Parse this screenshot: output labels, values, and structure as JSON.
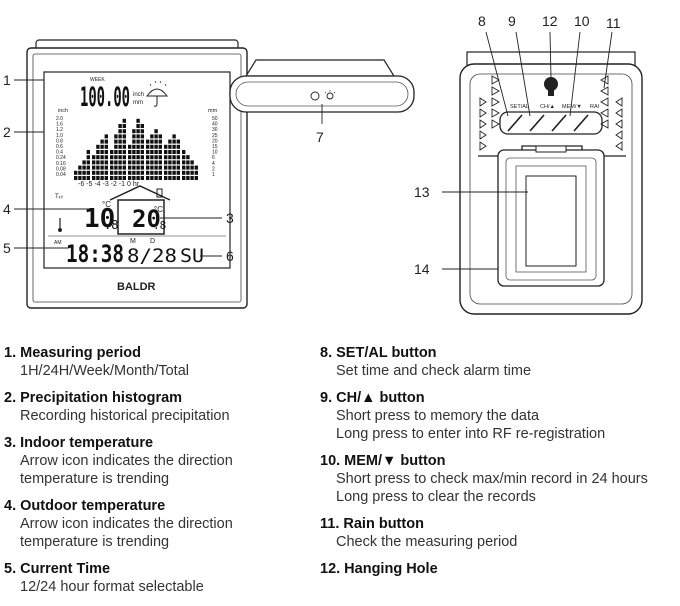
{
  "callouts": {
    "c1": "1",
    "c2": "2",
    "c3": "3",
    "c4": "4",
    "c5": "5",
    "c6": "6",
    "c7": "7",
    "c8": "8",
    "c9": "9",
    "c10": "10",
    "c11": "11",
    "c12": "12",
    "c13": "13",
    "c14": "14"
  },
  "display": {
    "week": "WEEK",
    "rain_value": "100.00",
    "unit_inch": "inch",
    "unit_mm": "mm",
    "hist_left_unit": "inch",
    "hist_right_unit": "mm",
    "hist_left_scale": [
      "2.0",
      "1.6",
      "1.2",
      "1.0",
      "0.8",
      "0.6",
      "0.4",
      "0.24",
      "0.16",
      "0.08",
      "0.04"
    ],
    "hist_right_scale": [
      "50",
      "40",
      "30",
      "25",
      "20",
      "15",
      "10",
      "6",
      "4",
      "2",
      "1"
    ],
    "hist_x_axis": "-6  -5  -4  -3  -2  -1  0   hr",
    "outdoor_temp": "10",
    "outdoor_dec": ".8",
    "indoor_temp": "20",
    "indoor_dec": ".8",
    "deg_c": "°C",
    "am": "AM",
    "time": "18:38",
    "month_label": "M",
    "day_label": "D",
    "date": "8/28",
    "weekday": "SU",
    "brand": "BALDR"
  },
  "buttons": {
    "set_al": "SET/AL",
    "ch": "CH/▲",
    "mem": "MEM/▼",
    "rain": "RAI"
  },
  "left_items": [
    {
      "title": "1. Measuring period",
      "lines": [
        "1H/24H/Week/Month/Total"
      ]
    },
    {
      "title": "2. Precipitation histogram",
      "lines": [
        "Recording historical precipitation"
      ]
    },
    {
      "title": "3. Indoor temperature",
      "lines": [
        "Arrow icon indicates the direction",
        "temperature is trending"
      ]
    },
    {
      "title": "4. Outdoor temperature",
      "lines": [
        "Arrow icon indicates the direction",
        "temperature is trending"
      ]
    },
    {
      "title": "5. Current Time",
      "lines": [
        "12/24 hour format selectable"
      ]
    }
  ],
  "right_items": [
    {
      "title": "8. SET/AL button",
      "lines": [
        "Set time and check alarm time"
      ]
    },
    {
      "title": "9. CH/▲ button",
      "lines": [
        "Short press to memory the data",
        "Long press to enter into RF re-registration"
      ]
    },
    {
      "title": "10. MEM/▼ button",
      "lines": [
        "Short press to check max/min record in 24 hours",
        "Long press to clear the records"
      ]
    },
    {
      "title": "11. Rain button",
      "lines": [
        "Check the measuring period"
      ]
    },
    {
      "title": "12. Hanging Hole",
      "lines": []
    }
  ],
  "histogram": [
    [
      2,
      3,
      4,
      6
    ],
    [
      5,
      7,
      8,
      9
    ],
    [
      6,
      9,
      11,
      12
    ],
    [
      7,
      10,
      12,
      11
    ],
    [
      8,
      9,
      10,
      9
    ],
    [
      7,
      8,
      9,
      8
    ],
    [
      6,
      5,
      4,
      3
    ]
  ]
}
